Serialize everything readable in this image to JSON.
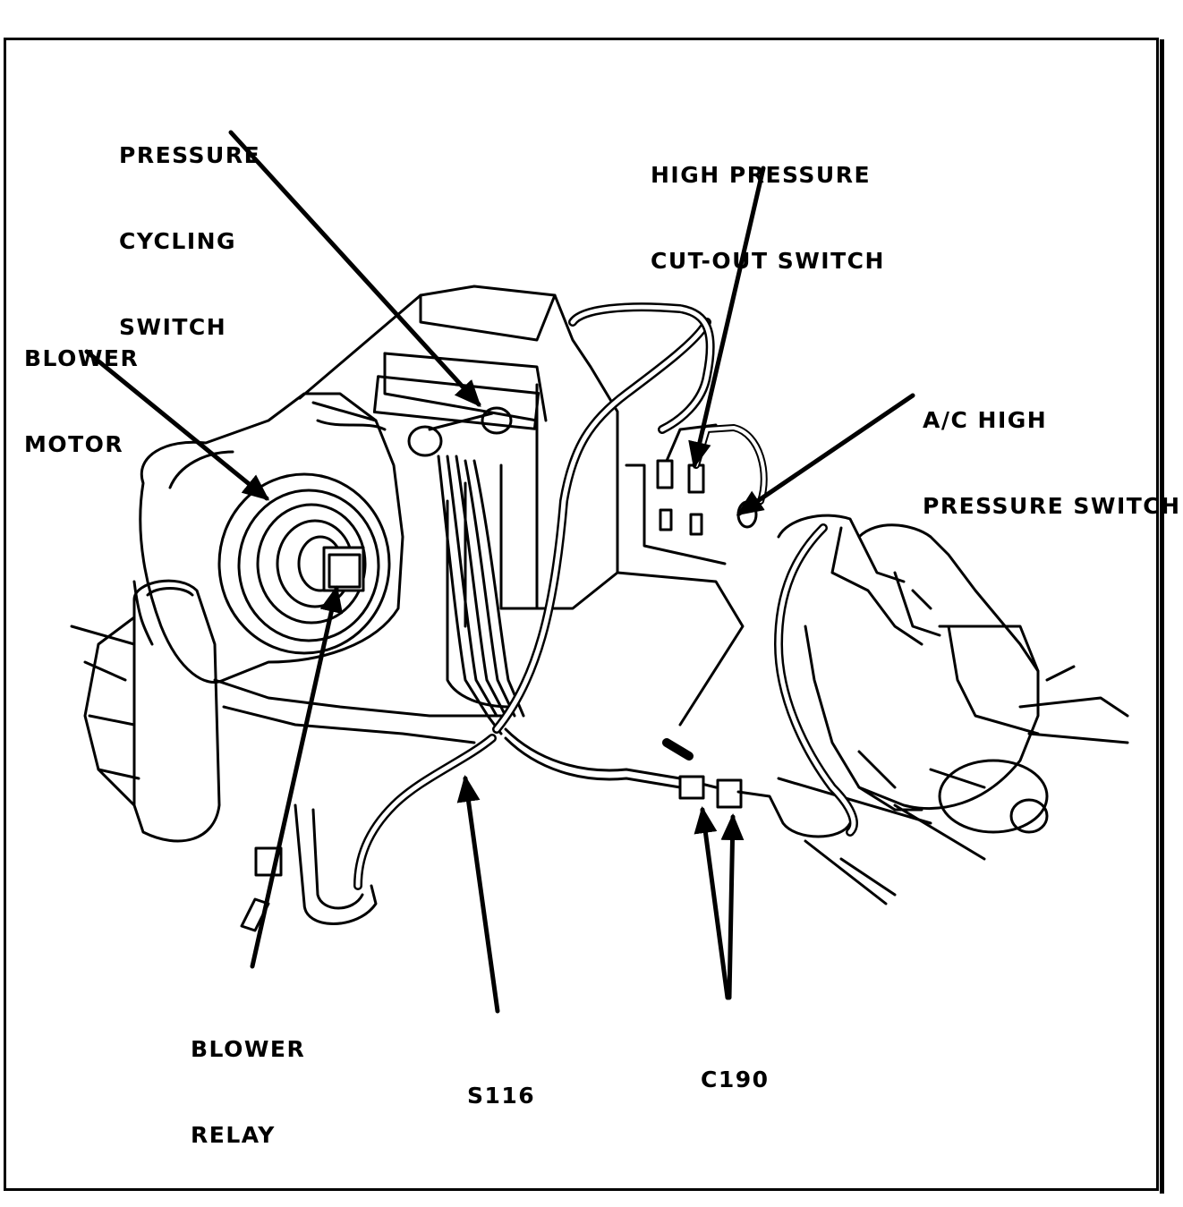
{
  "labels": {
    "pressure_cycling_switch": [
      "PRESSURE",
      "CYCLING",
      "SWITCH"
    ],
    "high_pressure_cutout_switch": [
      "HIGH PRESSURE",
      "CUT-OUT SWITCH"
    ],
    "blower_motor": [
      "BLOWER",
      "MOTOR"
    ],
    "ac_high_pressure_switch": [
      "A/C HIGH",
      "PRESSURE SWITCH"
    ],
    "blower_relay": [
      "BLOWER",
      "RELAY"
    ],
    "s116": "S116",
    "c190": "C190"
  },
  "colors": {
    "ink": "#000000",
    "paper": "#ffffff"
  }
}
